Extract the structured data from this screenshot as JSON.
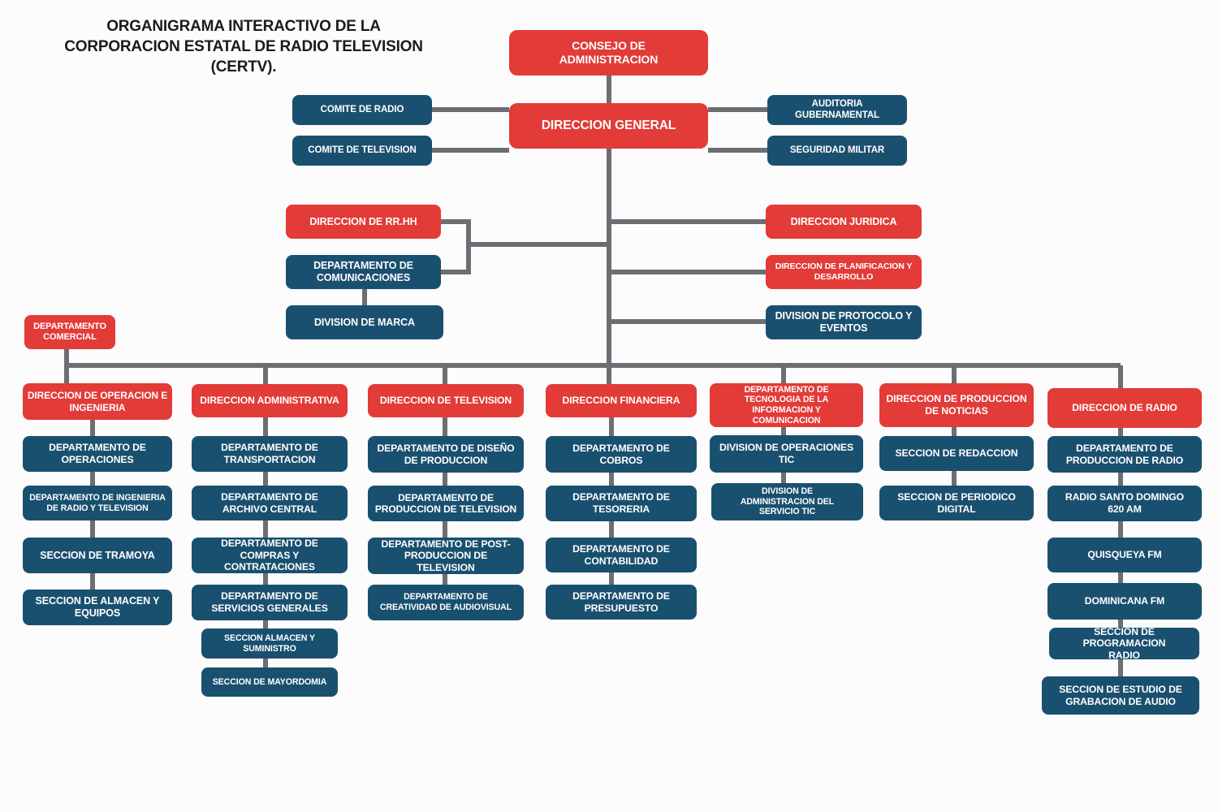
{
  "title": {
    "line1": "ORGANIGRAMA INTERACTIVO  DE LA",
    "line2": "CORPORACION ESTATAL DE RADIO TELEVISION (CERTV)."
  },
  "palette": {
    "red": "#E23B38",
    "blue": "#1A506F",
    "connector": "#6C6E73",
    "title_text": "#1B1B1B"
  },
  "top": {
    "consejo": "CONSEJO DE ADMINISTRACION",
    "direccion_general": "DIRECCION GENERAL",
    "comite_radio": "COMITE DE RADIO",
    "comite_television": "COMITE DE TELEVISION",
    "auditoria": "AUDITORIA GUBERNAMENTAL",
    "seguridad": "SEGURIDAD MILITAR"
  },
  "middle": {
    "rrhh": "DIRECCION DE RR.HH",
    "comunicaciones": "DEPARTAMENTO DE COMUNICACIONES",
    "marca": "DIVISION DE MARCA",
    "juridica": "DIRECCION JURIDICA",
    "planificacion": "DIRECCION DE PLANIFICACION Y DESARROLLO",
    "protocolo": "DIVISION DE PROTOCOLO Y EVENTOS",
    "comercial": "DEPARTAMENTO COMERCIAL"
  },
  "columns": [
    {
      "head": "DIRECCION DE OPERACION E INGENIERIA",
      "children": [
        "DEPARTAMENTO DE OPERACIONES",
        "DEPARTAMENTO DE INGENIERIA DE RADIO Y TELEVISION",
        "SECCION DE TRAMOYA",
        "SECCION DE ALMACEN Y EQUIPOS"
      ]
    },
    {
      "head": "DIRECCION ADMINISTRATIVA",
      "children": [
        "DEPARTAMENTO DE TRANSPORTACION",
        "DEPARTAMENTO DE ARCHIVO CENTRAL",
        "DEPARTAMENTO DE COMPRAS Y CONTRATACIONES",
        "DEPARTAMENTO DE SERVICIOS GENERALES",
        "SECCION ALMACEN Y SUMINISTRO",
        "SECCION DE MAYORDOMIA"
      ]
    },
    {
      "head": "DIRECCION DE TELEVISION",
      "children": [
        "DEPARTAMENTO DE DISEÑO DE PRODUCCION",
        "DEPARTAMENTO DE PRODUCCION DE TELEVISION",
        "DEPARTAMENTO DE POST-PRODUCCION DE TELEVISION",
        "DEPARTAMENTO DE CREATIVIDAD DE AUDIOVISUAL"
      ]
    },
    {
      "head": "DIRECCION FINANCIERA",
      "children": [
        "DEPARTAMENTO DE COBROS",
        "DEPARTAMENTO DE TESORERIA",
        "DEPARTAMENTO DE CONTABILIDAD",
        "DEPARTAMENTO DE PRESUPUESTO"
      ]
    },
    {
      "head": "DEPARTAMENTO DE TECNOLOGIA DE LA INFORMACION Y COMUNICACION",
      "children": [
        "DIVISION DE OPERACIONES TIC",
        "DIVISION DE ADMINISTRACION DEL SERVICIO TIC"
      ]
    },
    {
      "head": "DIRECCION DE PRODUCCION DE NOTICIAS",
      "children": [
        "SECCION DE REDACCION",
        "SECCION DE PERIODICO DIGITAL"
      ]
    },
    {
      "head": "DIRECCION DE RADIO",
      "children": [
        "DEPARTAMENTO DE PRODUCCION DE RADIO",
        "RADIO SANTO DOMINGO 620 AM",
        "QUISQUEYA FM",
        "DOMINICANA FM",
        "SECCION DE PROGRAMACION RADIO",
        "SECCION DE  ESTUDIO DE GRABACION DE AUDIO"
      ]
    }
  ]
}
